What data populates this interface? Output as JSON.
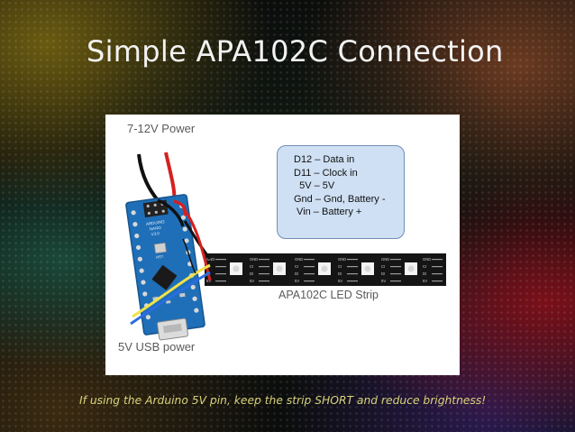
{
  "slide": {
    "title": "Simple APA102C Connection",
    "footer_note": "If using the Arduino 5V pin, keep the strip SHORT and reduce brightness!"
  },
  "diagram": {
    "power_label": "7-12V Power",
    "strip_label": "APA102C LED Strip",
    "usb_label": "5V USB power",
    "legend": [
      "D12 – Data in",
      "D11 – Clock in",
      "  5V – 5V",
      "Gnd – Gnd, Battery -",
      " Vin – Battery +"
    ],
    "board_text": [
      "ARDUINO",
      "NANO",
      "V3.0",
      "RST"
    ],
    "strip_pad_labels": [
      "GND",
      "CI",
      "DI",
      "5V"
    ],
    "wire_colors": {
      "power_negative": "#111111",
      "power_positive": "#d62020",
      "data": "#2a6de0",
      "clock": "#f2e14a",
      "board": "#1e6fb8"
    }
  }
}
